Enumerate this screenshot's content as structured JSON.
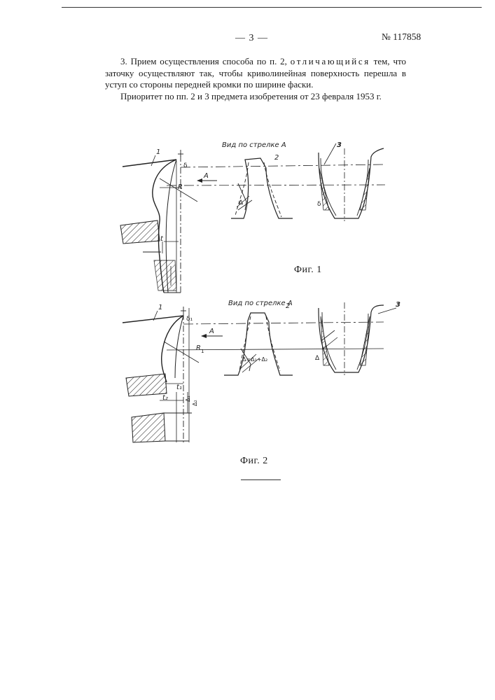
{
  "header": {
    "page_number": "— 3 —",
    "doc_number": "№ 117858"
  },
  "claims": {
    "claim3_start": "3. Прием осуществления способа по п. 2,",
    "claim3_spaced": "отличающийся",
    "claim3_end": "тем, что заточку осуществляют так, чтобы криволинейная поверхность перешла в уступ со стороны передней кромки по ширине фаски.",
    "priority": "Приоритет по пп. 2 и 3 предмета изобретения от 23 февраля 1953 г."
  },
  "figure1": {
    "caption": "Фиг. 1",
    "view_label": "Вид по стрелке А",
    "labels": {
      "n1": "1",
      "n2": "2",
      "n3": "3",
      "arrow": "А",
      "radius": "R",
      "t": "t",
      "delta": "Δ",
      "b": "δ",
      "delta_small": "δ"
    }
  },
  "figure2": {
    "caption": "Фиг. 2",
    "view_label": "Вид по стрелке А",
    "labels": {
      "n1": "1",
      "n2": "2",
      "n3": "3",
      "arrow": "А",
      "radius": "R",
      "radius_sub": "1",
      "t1": "t₁",
      "t2": "t₂",
      "delta_eq": "Δ=Δ₁+Δ₂",
      "delta": "Δ",
      "d1": "Δ₁",
      "d2": "Δ₂",
      "b": "δ₁"
    }
  }
}
